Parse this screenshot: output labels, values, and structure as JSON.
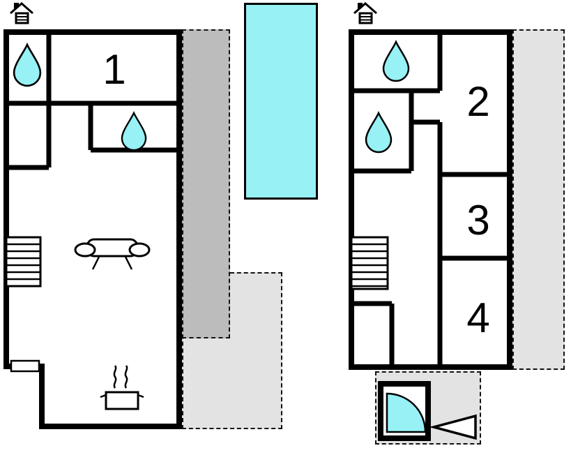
{
  "floors": [
    {
      "name": "floor-1",
      "rooms": [
        {
          "label": "1"
        }
      ]
    },
    {
      "name": "floor-2",
      "rooms": [
        {
          "label": "2"
        },
        {
          "label": "3"
        },
        {
          "label": "4"
        }
      ]
    }
  ],
  "colors": {
    "water": "#97f1f5",
    "wall": "#000000",
    "terrace_dark": "#bcbcbc",
    "terrace_light": "#e3e3e3"
  },
  "icons": {
    "house": "house-with-chimney",
    "water_drop": "teardrop",
    "stairs": "staircase",
    "sofa": "sofa",
    "stove": "steaming-pot",
    "door": "quarter-circle-door-swing",
    "arrow": "left-pointing-triangle",
    "pool": "swimming-pool",
    "window": "wall-opening"
  }
}
